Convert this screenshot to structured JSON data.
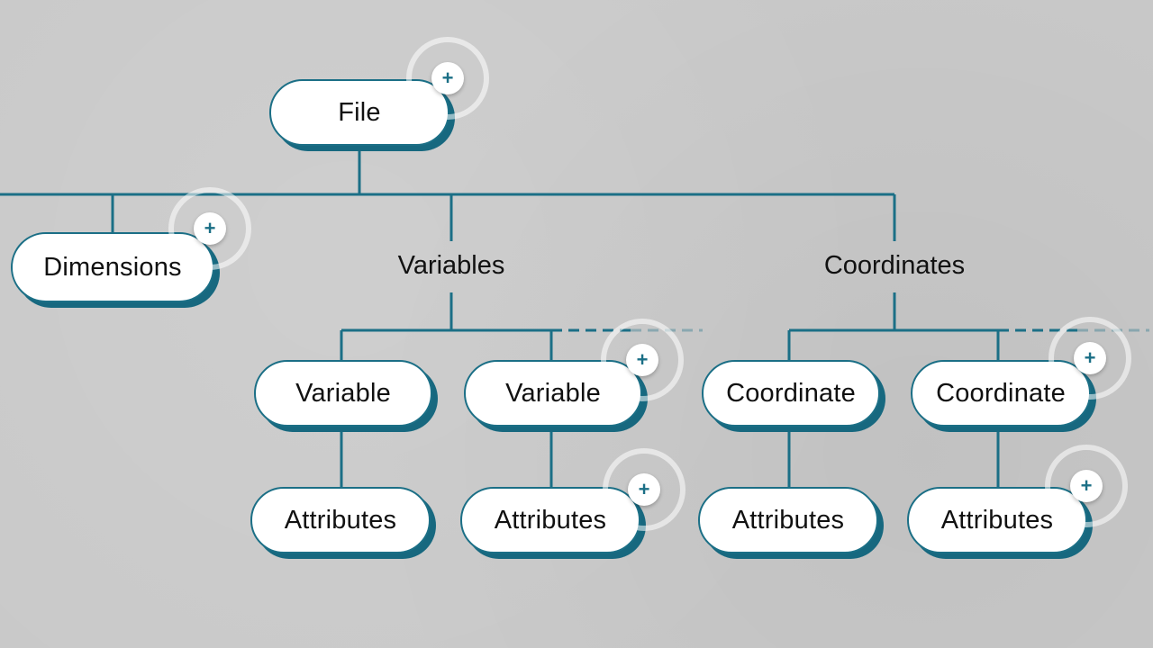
{
  "intro_text": "",
  "colors": {
    "line": "#1b6f86",
    "node_fill": "#ffffff",
    "background": "#c9c9c9"
  },
  "icons": {
    "expand": "plus-icon"
  },
  "plus_symbol": "+",
  "nodes": {
    "file": "File",
    "dimensions": "Dimensions",
    "variables": "Variables",
    "coordinates": "Coordinates",
    "variable_1": "Variable",
    "variable_2": "Variable",
    "coordinate_1": "Coordinate",
    "coordinate_2": "Coordinate",
    "attributes_v1": "Attributes",
    "attributes_v2": "Attributes",
    "attributes_c1": "Attributes",
    "attributes_c2": "Attributes"
  }
}
